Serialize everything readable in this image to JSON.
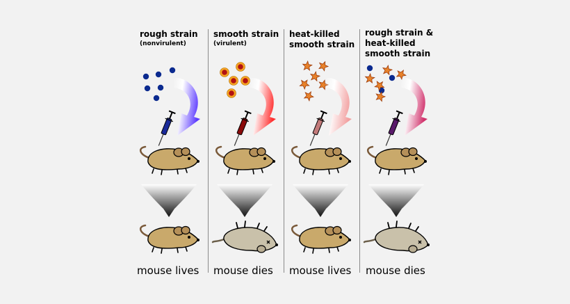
{
  "panels": [
    {
      "title": "rough strain",
      "subtitle": "(nonvirulent)",
      "outcome": "mouse lives",
      "bacteria": "rough",
      "syringe": "#1a2a9a",
      "curve": "#5d3cff",
      "result": "alive"
    },
    {
      "title": "smooth strain",
      "subtitle": "(virulent)",
      "outcome": "mouse dies",
      "bacteria": "smooth",
      "syringe": "#8a0a0a",
      "curve": "#ff3030",
      "result": "dead"
    },
    {
      "title_lines": [
        "heat-killed",
        "smooth strain"
      ],
      "outcome": "mouse lives",
      "bacteria": "heatkilled",
      "syringe": "#c27a7a",
      "curve": "#f2a0a0",
      "result": "alive"
    },
    {
      "title_lines": [
        "rough strain &",
        "heat-killed",
        "smooth strain"
      ],
      "outcome": "mouse dies",
      "bacteria": "mixed",
      "syringe": "#5a1a6a",
      "curve": "#d0306a",
      "result": "dead"
    }
  ],
  "colors": {
    "rough_cell": "#0b2a8f",
    "smooth_cell_fill": "#b11212",
    "smooth_cell_ring": "#f5a623",
    "star_fill": "#e8822a",
    "mouse_alive": "#c9a96b",
    "mouse_dead": "#c9c1aa",
    "divider": "#8a8a8a"
  }
}
